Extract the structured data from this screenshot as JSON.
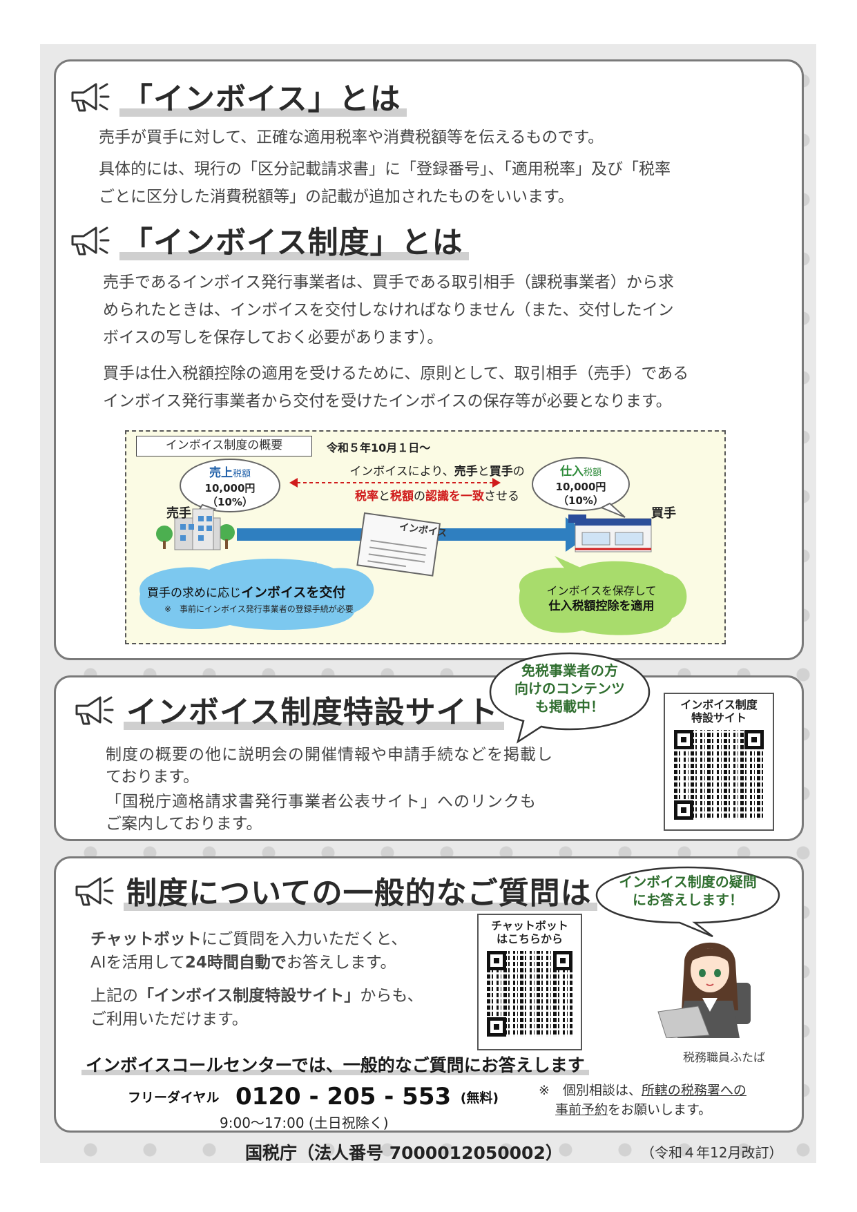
{
  "section1": {
    "heading": "「インボイス」とは",
    "p1": "売手が買手に対して、正確な適用税率や消費税額等を伝えるものです。",
    "p2_line1": "具体的には、現行の「区分記載請求書」に「登録番号」、「適用税率」及び「税率",
    "p2_line2": "ごとに区分した消費税額等」の記載が追加されたものをいいます。"
  },
  "section2": {
    "heading": "「インボイス制度」とは",
    "p1_line1": "売手であるインボイス発行事業者は、買手である取引相手（課税事業者）から求",
    "p1_line2": "められたときは、インボイスを交付しなければなりません（また、交付したイン",
    "p1_line3": "ボイスの写しを保存しておく必要があります）。",
    "p2_line1": "買手は仕入税額控除の適用を受けるために、原則として、取引相手（売手）である",
    "p2_line2": "インボイス発行事業者から交付を受けたインボイスの保存等が必要となります。"
  },
  "diagram": {
    "title": "インボイス制度の概要",
    "date": "令和５年10月１日～",
    "seller_bubble_head": "売上",
    "seller_bubble_head_suffix": "税額",
    "seller_amount": "10,000円",
    "seller_rate": "（10%）",
    "buyer_bubble_head": "仕入",
    "buyer_bubble_head_suffix": "税額",
    "buyer_amount": "10,000円",
    "buyer_rate": "（10%）",
    "center_line1_a": "インボイスにより、",
    "center_line1_b": "売手",
    "center_line1_c": "と",
    "center_line1_d": "買手",
    "center_line1_e": "の",
    "center_line2_a": "税率",
    "center_line2_b": "と",
    "center_line2_c": "税額",
    "center_line2_d": "の",
    "center_line2_e": "認識を一致",
    "center_line2_f": "させる",
    "seller_label": "売手",
    "buyer_label": "買手",
    "invoice_label": "インボイス",
    "blue_text_a": "買手の求めに応じ",
    "blue_text_b": "インボイスを交付",
    "blue_note": "※　事前にインボイス発行事業者の登録手続が必要",
    "green_text_1": "インボイスを保存して",
    "green_text_2": "仕入税額控除を適用",
    "colors": {
      "red": "#d01c1c",
      "blue_arrow": "#2f7fc0",
      "sky": "#7cc8ef",
      "green_cloud": "#a8dc6c"
    }
  },
  "section3": {
    "heading": "インボイス制度特設サイト",
    "bubble_line1": "免税事業者の方",
    "bubble_line2": "向けのコンテンツ",
    "bubble_line3": "も掲載中！",
    "p1_line1": "制度の概要の他に説明会の開催情報や申請手続などを掲載し",
    "p1_line2": "ております。",
    "p2_line1": "「国税庁適格請求書発行事業者公表サイト」へのリンクも",
    "p2_line2": "ご案内しております。",
    "qr_caption_1": "インボイス制度",
    "qr_caption_2": "特設サイト"
  },
  "section4": {
    "heading": "制度についての一般的なご質問は",
    "bubble_line1": "インボイス制度の疑問",
    "bubble_line2": "にお答えします！",
    "p1_line1_a": "チャットボット",
    "p1_line1_b": "にご質問を入力いただくと、",
    "p1_line2_a": "AIを活用して",
    "p1_line2_b": "24時間自動で",
    "p1_line2_c": "お答えします。",
    "p2_line1_a": "上記の",
    "p2_line1_b": "「インボイス制度特設サイト」",
    "p2_line1_c": "からも、",
    "p2_line2": "ご利用いただけます。",
    "qr_caption_1": "チャットボット",
    "qr_caption_2": "はこちらから",
    "character_caption": "税務職員ふたば",
    "callcenter_title": "インボイスコールセンターでは、一般的なご質問にお答えします",
    "freedial_label": "フリーダイヤル",
    "freedial_number": "0120 - 205 - 553",
    "freedial_free": "(無料)",
    "hours": "9:00～17:00 (土日祝除く)",
    "note_a": "※　個別相談は、",
    "note_b": "所轄の税務署への",
    "note_c": "事前予約",
    "note_d": "をお願いします。"
  },
  "footer": {
    "org": "国税庁（法人番号 7000012050002）",
    "revision": "（令和４年12月改訂）"
  },
  "icons": {
    "heading_icon": "megaphone-icon"
  }
}
